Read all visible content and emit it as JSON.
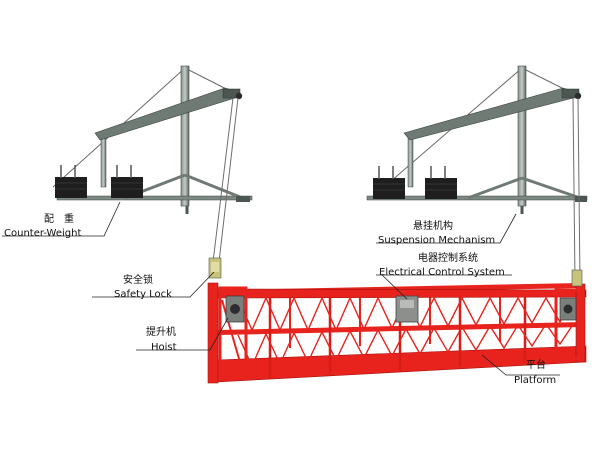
{
  "labels": {
    "counter_weight": {
      "cn": "配　重",
      "en": "Counter-Weight"
    },
    "suspension": {
      "cn": "悬挂机构",
      "en": "Suspension Mechanism"
    },
    "electrical": {
      "cn": "电器控制系统",
      "en": "Electrical Control System"
    },
    "safety_lock": {
      "cn": "安全锁",
      "en": "Safety Lock"
    },
    "hoist": {
      "cn": "提升机",
      "en": "Hoist"
    },
    "platform": {
      "cn": "平台",
      "en": "Platform"
    }
  },
  "colors": {
    "platform_red": "#e8231e",
    "platform_dark": "#a5120e",
    "steel": "#5f6c66",
    "steel_light": "#9aa59f",
    "weight": "#1e1e1e",
    "leader": "#222222",
    "rope": "#6e6e6e"
  }
}
